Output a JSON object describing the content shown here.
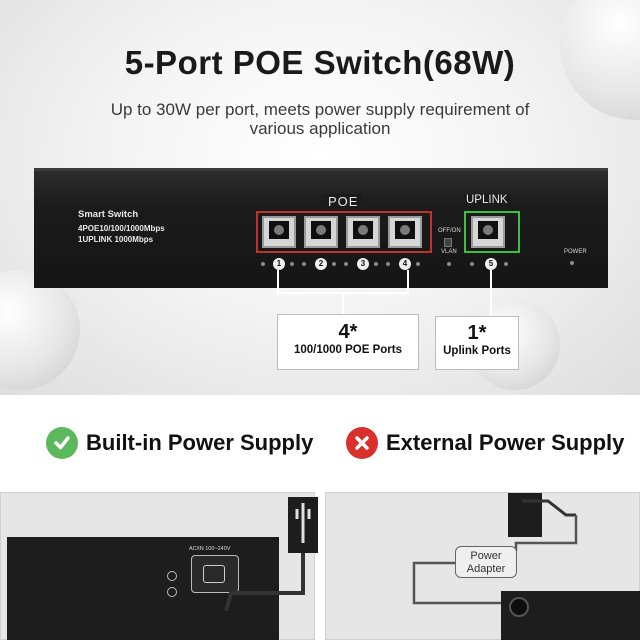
{
  "header": {
    "title": "5-Port POE Switch(68W)",
    "subtitle_line1": "Up to 30W per port, meets power supply requirement of",
    "subtitle_line2": "various application"
  },
  "device": {
    "spec_name": "Smart Switch",
    "spec_line1": "4POE10/100/1000Mbps",
    "spec_line2": "1UPLINK 1000Mbps",
    "poe_label": "POE",
    "uplink_label": "UPLINK",
    "switch_label": "OFF/ON",
    "vlan_label": "VLAN",
    "power_label": "POWER",
    "port_numbers": [
      "1",
      "2",
      "3",
      "4",
      "5"
    ]
  },
  "callouts": {
    "poe_count": "4*",
    "poe_desc": "100/1000 POE Ports",
    "uplink_count": "1*",
    "uplink_desc": "Uplink Ports"
  },
  "features": {
    "left_label": "Built-in Power Supply",
    "left_icon": "check-icon",
    "left_color": "#5cb85c",
    "right_label": "External Power Supply",
    "right_icon": "x-icon",
    "right_color": "#d9302c"
  },
  "rear": {
    "ac_label": "AC/IN 100~240V",
    "adapter_line1": "Power",
    "adapter_line2": "Adapter"
  }
}
